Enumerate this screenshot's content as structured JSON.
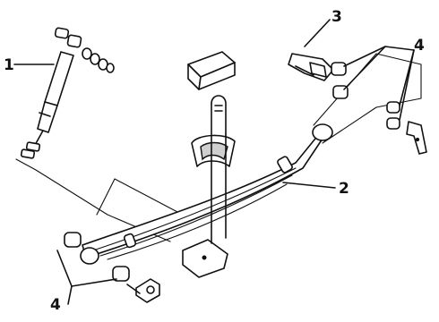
{
  "diagram": {
    "callouts": {
      "shock_absorber": "1",
      "leaf_spring": "2",
      "shackle": "3",
      "bushings_upper": "4",
      "bushings_lower": "4"
    }
  }
}
